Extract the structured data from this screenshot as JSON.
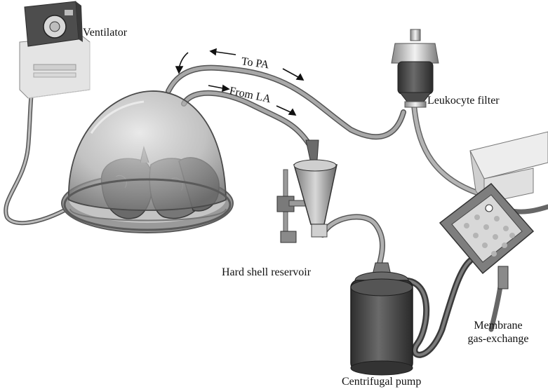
{
  "labels": {
    "ventilator": "Ventilator",
    "to_pa": "To PA",
    "from_la": "From LA",
    "leukocyte_filter": "Leukocyte filter",
    "hard_shell_reservoir": "Hard shell reservoir",
    "membrane_line1": "Membrane",
    "membrane_line2": "gas-exchange",
    "centrifugal_pump": "Centrifugal pump"
  },
  "colors": {
    "background": "#ffffff",
    "tube": "#8d8d8d",
    "dome": "#b9b9b9",
    "lung": "#6f6f6f",
    "dark_device": "#4a4a4a",
    "light_device": "#e2e2e2"
  }
}
